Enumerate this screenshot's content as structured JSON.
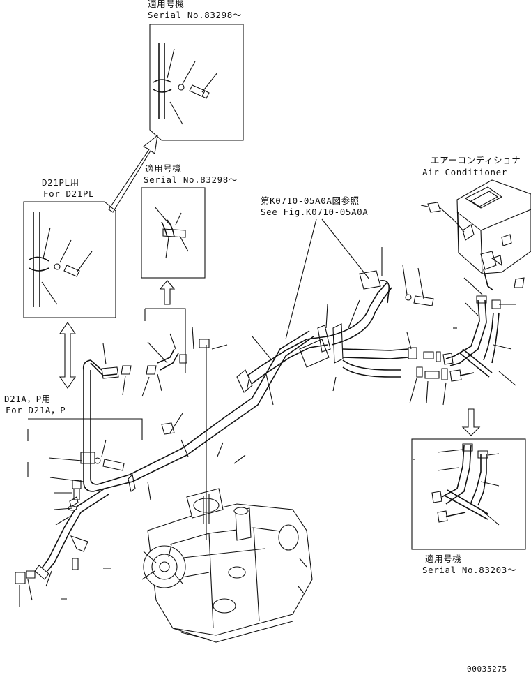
{
  "labels": {
    "top_applicable": "適用号機",
    "top_serial": "Serial No.83298～",
    "mid_applicable": "適用号機",
    "mid_serial": "Serial No.83298～",
    "d21pl_jp": "D21PL用",
    "d21pl_en": "For D21PL",
    "d21ap_jp": "D21A，P用",
    "d21ap_en": "For D21A，P",
    "ref_jp": "第K0710-05A0A図参照",
    "ref_en": "See Fig.K0710-05A0A",
    "aircon_jp": "エアーコンディショナ",
    "aircon_en": "Air Conditioner",
    "br_applicable": "適用号機",
    "br_serial": "Serial No.83203～",
    "figure_id": "00035275"
  },
  "icons": [
    "arrow-up-double-outline",
    "arrow-diagonal-outline",
    "arrow-down-outline",
    "arrow-updown-outline"
  ]
}
